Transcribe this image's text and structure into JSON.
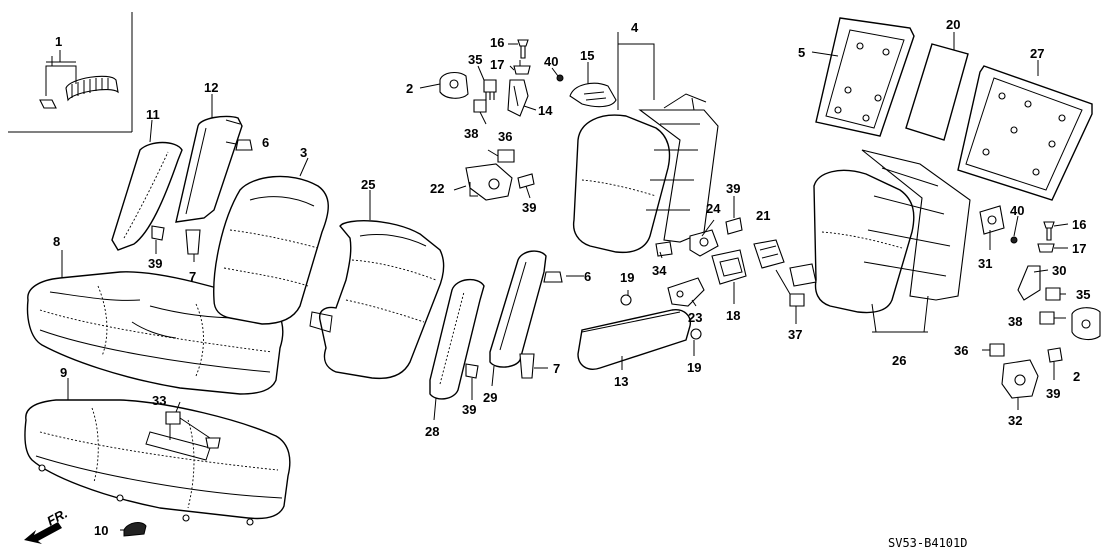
{
  "diagram_code": "SV53-B4101D",
  "front_indicator": "FR.",
  "callouts": {
    "c1": "1",
    "c2a": "2",
    "c2b": "2",
    "c3": "3",
    "c4": "4",
    "c5": "5",
    "c6a": "6",
    "c6b": "6",
    "c7a": "7",
    "c7b": "7",
    "c8": "8",
    "c9": "9",
    "c10": "10",
    "c11": "11",
    "c12": "12",
    "c13": "13",
    "c14": "14",
    "c15": "15",
    "c16a": "16",
    "c16b": "16",
    "c17a": "17",
    "c17b": "17",
    "c18": "18",
    "c19a": "19",
    "c19b": "19",
    "c20": "20",
    "c21": "21",
    "c22": "22",
    "c23": "23",
    "c24": "24",
    "c25": "25",
    "c26": "26",
    "c27": "27",
    "c28": "28",
    "c29": "29",
    "c30": "30",
    "c31": "31",
    "c32": "32",
    "c33": "33",
    "c34": "34",
    "c35a": "35",
    "c35b": "35",
    "c36a": "36",
    "c36b": "36",
    "c37": "37",
    "c38a": "38",
    "c38b": "38",
    "c39a": "39",
    "c39b": "39",
    "c39c": "39",
    "c39d": "39",
    "c39e": "39",
    "c40a": "40",
    "c40b": "40"
  }
}
